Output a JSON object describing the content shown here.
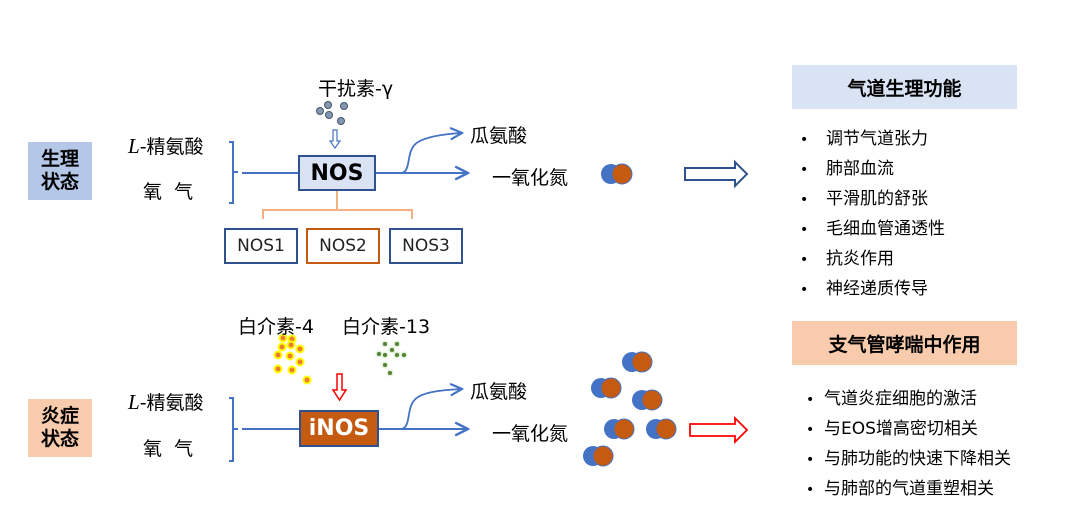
{
  "states": {
    "physiological": {
      "label_line1": "生理",
      "label_line2": "状态",
      "color": "#b4c7e7",
      "substrate_prefix": "L",
      "substrate_rest": "-精氨酸",
      "oxygen": "氧  气",
      "stimulus": "干扰素-γ",
      "enzyme": "NOS",
      "isoforms": [
        "NOS1",
        "NOS2",
        "NOS3"
      ],
      "byproduct": "瓜氨酸",
      "product": "一氧化氮",
      "arrow_color": "#2f528f"
    },
    "inflammatory": {
      "label_line1": "炎症",
      "label_line2": "状态",
      "color": "#f8cbad",
      "substrate_prefix": "L",
      "substrate_rest": "-精氨酸",
      "oxygen": "氧  气",
      "stimuli": [
        "白介素-4",
        "白介素-13"
      ],
      "enzyme": "iNOS",
      "byproduct": "瓜氨酸",
      "product": "一氧化氮",
      "arrow_color": "#ff0000"
    }
  },
  "functions": {
    "physiological": {
      "title": "气道生理功能",
      "bullet": "•",
      "items": [
        "调节气道张力",
        "肺部血流",
        "平滑肌的舒张",
        "毛细血管通透性",
        "抗炎作用",
        "神经递质传导"
      ]
    },
    "asthma": {
      "title": "支气管哮喘中作用",
      "bullet": "•",
      "items": [
        "气道炎症细胞的激活",
        "与EOS增高密切相关",
        "与肺功能的快速下降相关",
        "与肺部的气道重塑相关"
      ]
    }
  },
  "colors": {
    "line_blue": "#4472c4",
    "box_border_blue": "#2f528f",
    "enzyme_orange": "#c55a11",
    "branch_orange": "#f4b183",
    "no_molecule_blue": "#4472c4",
    "no_molecule_orange": "#c55a11",
    "ifn_dot": "#8497b0",
    "il4_dot": "#ed7d31",
    "il4_halo": "#ffff00",
    "il13_dot": "#548235"
  }
}
